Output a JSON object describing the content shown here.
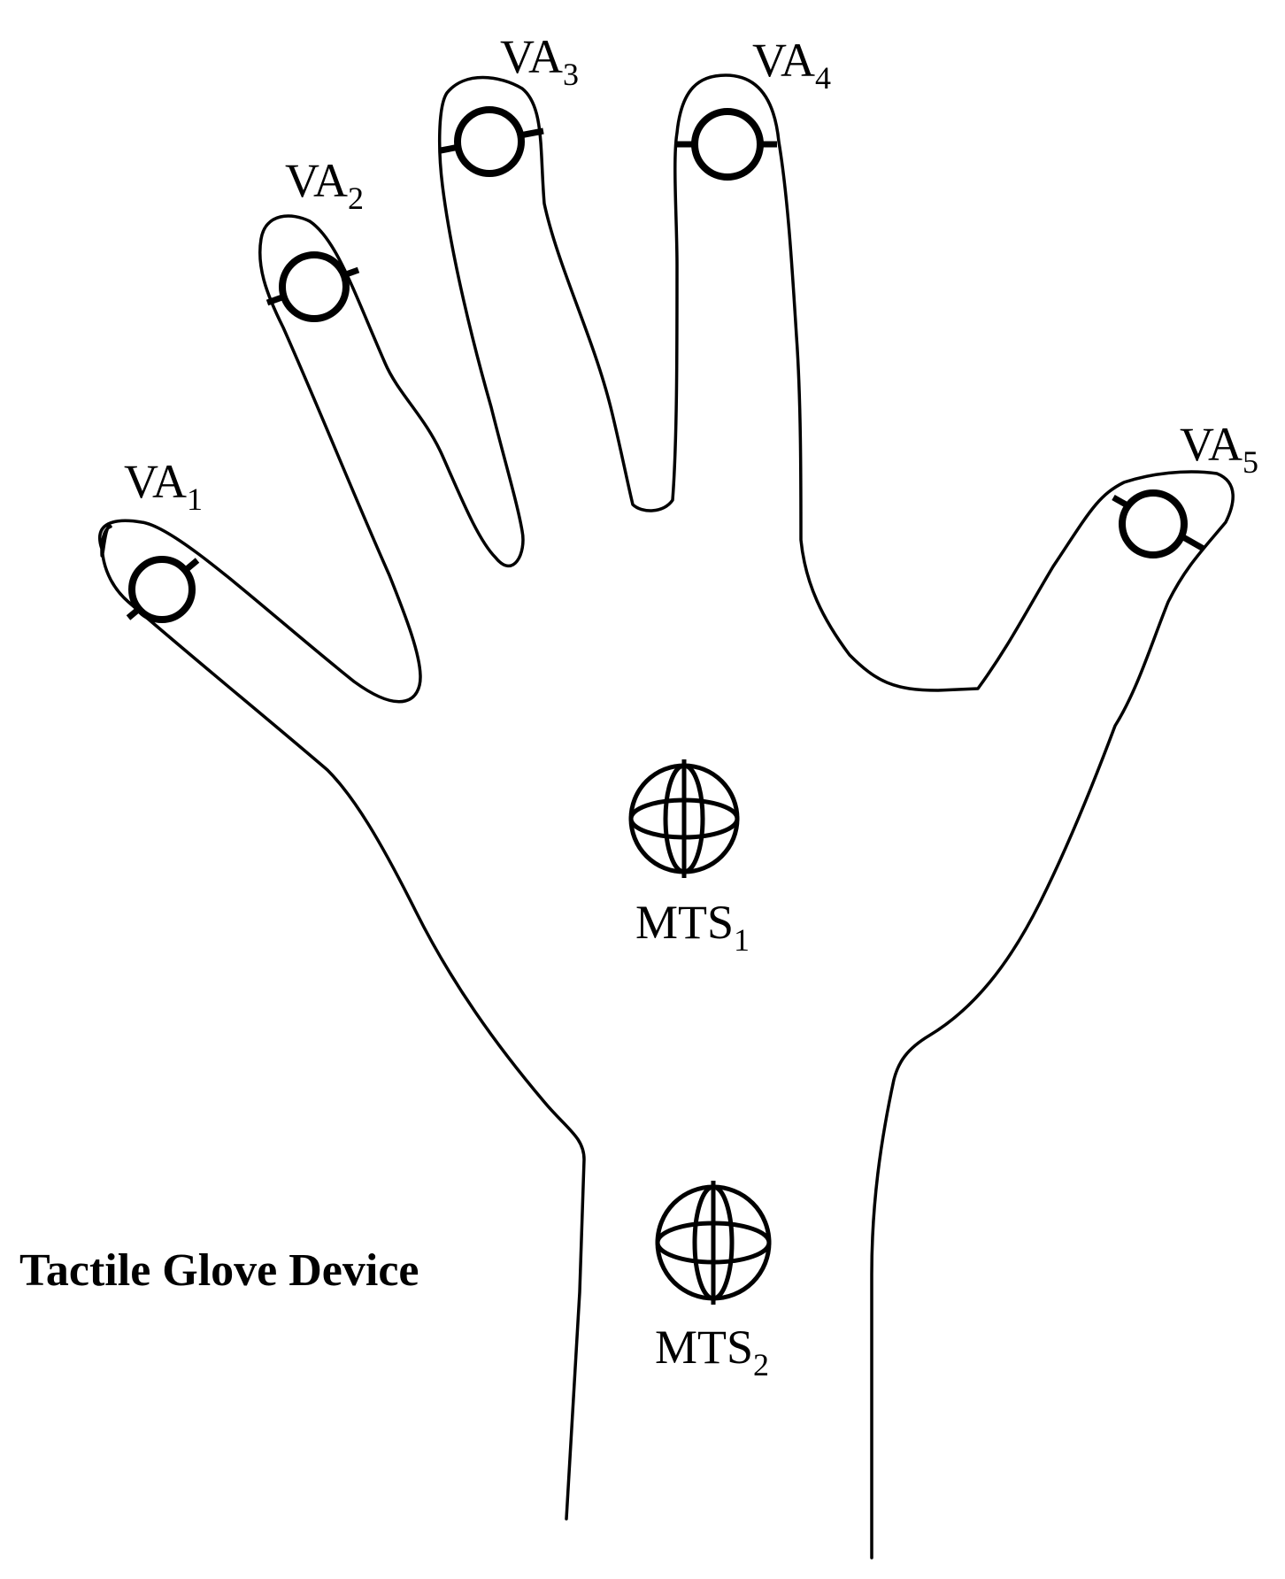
{
  "title": "Tactile Glove Device",
  "actuators": [
    {
      "id": "va1",
      "base": "VA",
      "sub": "1"
    },
    {
      "id": "va2",
      "base": "VA",
      "sub": "2"
    },
    {
      "id": "va3",
      "base": "VA",
      "sub": "3"
    },
    {
      "id": "va4",
      "base": "VA",
      "sub": "4"
    },
    {
      "id": "va5",
      "base": "VA",
      "sub": "5"
    }
  ],
  "sensors": [
    {
      "id": "mts1",
      "base": "MTS",
      "sub": "1"
    },
    {
      "id": "mts2",
      "base": "MTS",
      "sub": "2"
    }
  ]
}
